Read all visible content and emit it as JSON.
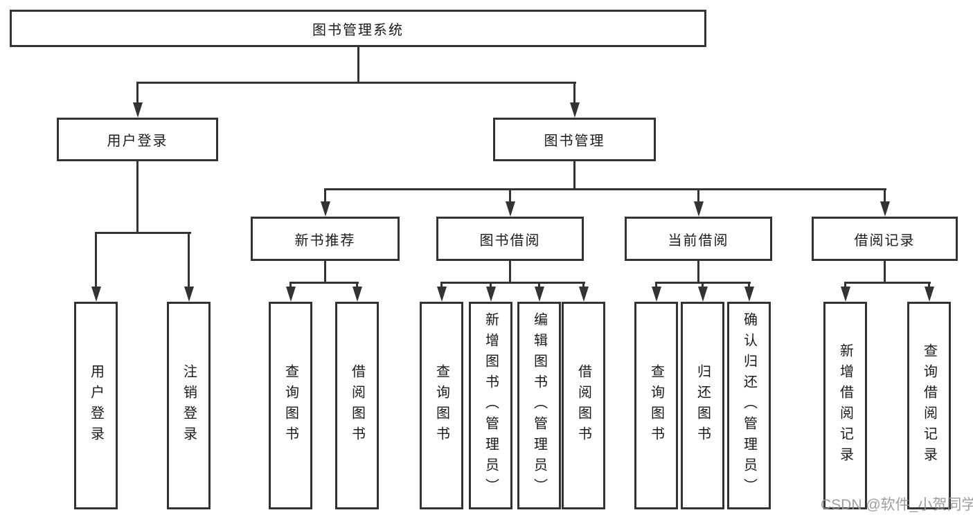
{
  "colors": {
    "stroke": "#333333",
    "text": "#1a1a1a",
    "background": "#ffffff",
    "watermark": "#949494"
  },
  "tree": {
    "root": {
      "label": "图书管理系统"
    },
    "login": {
      "label": "用户登录",
      "children": [
        {
          "label": "用户登录"
        },
        {
          "label": "注销登录"
        }
      ]
    },
    "manage": {
      "label": "图书管理",
      "groups": [
        {
          "label": "新书推荐",
          "children": [
            {
              "label": "查询图书"
            },
            {
              "label": "借阅图书"
            }
          ]
        },
        {
          "label": "图书借阅",
          "children": [
            {
              "label": "查询图书"
            },
            {
              "label": "新增图书（管理员）"
            },
            {
              "label": "编辑图书（管理员）"
            },
            {
              "label": "借阅图书"
            }
          ]
        },
        {
          "label": "当前借阅",
          "children": [
            {
              "label": "查询图书"
            },
            {
              "label": "归还图书"
            },
            {
              "label": "确认归还（管理员）"
            }
          ]
        },
        {
          "label": "借阅记录",
          "children": [
            {
              "label": "新增借阅记录"
            },
            {
              "label": "查询借阅记录"
            }
          ]
        }
      ]
    }
  },
  "watermark": {
    "text": "CSDN @软件_小贺同学"
  }
}
